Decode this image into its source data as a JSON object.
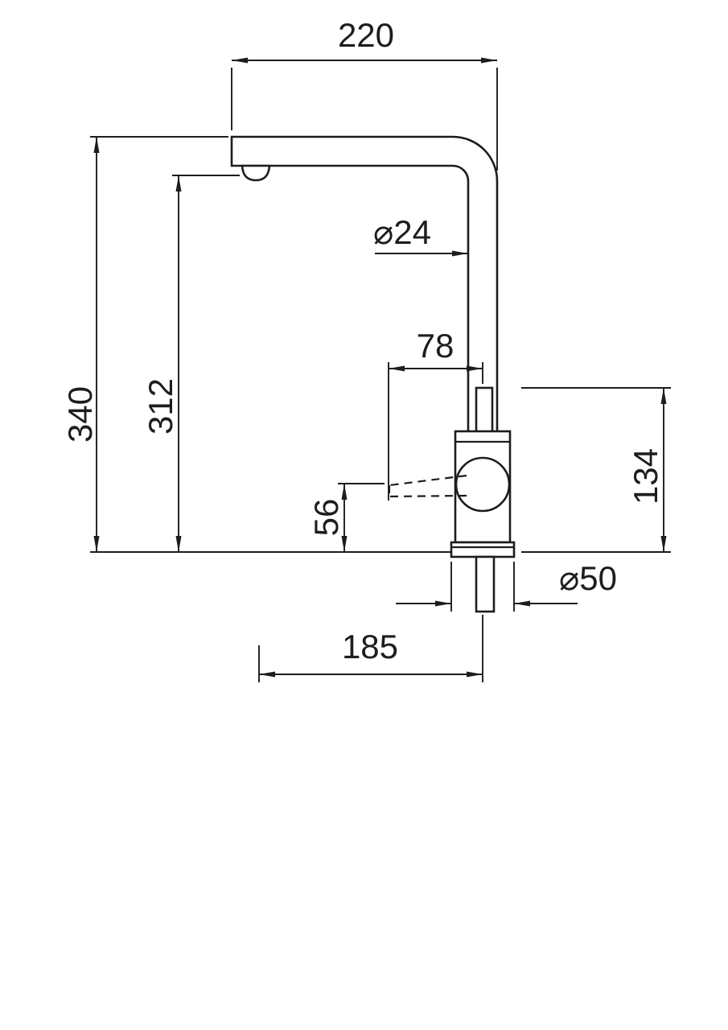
{
  "drawing": {
    "type": "technical-dimension-drawing",
    "subject": "kitchen mixer tap side elevation",
    "background_color": "#ffffff",
    "line_color": "#1d1d1d",
    "labels": {
      "spout_width_top": "220",
      "overall_height": "340",
      "spout_underside_height": "312",
      "spout_tube_diameter": "⌀24",
      "lever_projection": "78",
      "body_height": "134",
      "lever_clearance": "56",
      "base_diameter": "⌀50",
      "spout_reach_bottom": "185"
    }
  }
}
